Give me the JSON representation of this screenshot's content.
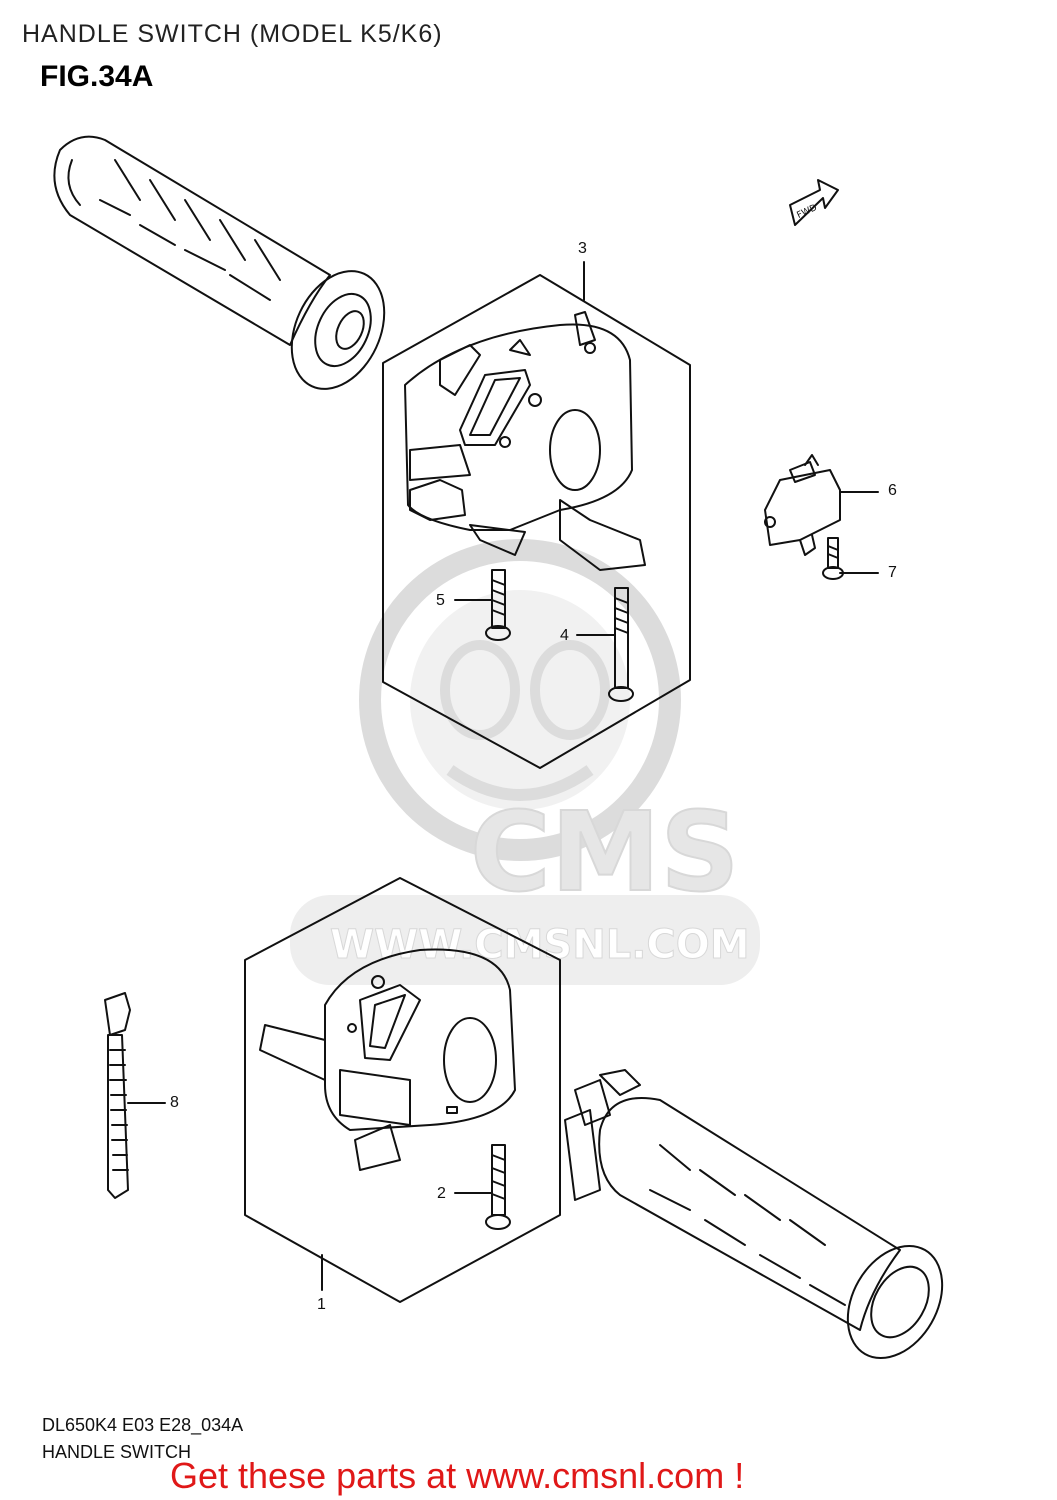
{
  "header": {
    "title": "HANDLE SWITCH (MODEL K5/K6)",
    "figure": "FIG.34A"
  },
  "watermark": {
    "logo_text": "CMS",
    "url_text": "WWW.CMSNL.COM"
  },
  "fwd_label": "FWD",
  "callouts": [
    {
      "number": "1"
    },
    {
      "number": "2"
    },
    {
      "number": "3"
    },
    {
      "number": "4"
    },
    {
      "number": "5"
    },
    {
      "number": "6"
    },
    {
      "number": "7"
    },
    {
      "number": "8"
    }
  ],
  "footer": {
    "code": "DL650K4 E03 E28_034A",
    "name": "HANDLE SWITCH",
    "promo": "Get these parts at www.cmsnl.com !"
  },
  "colors": {
    "line": "#111111",
    "watermark": "#e8e8e8",
    "promo": "#e01818"
  }
}
